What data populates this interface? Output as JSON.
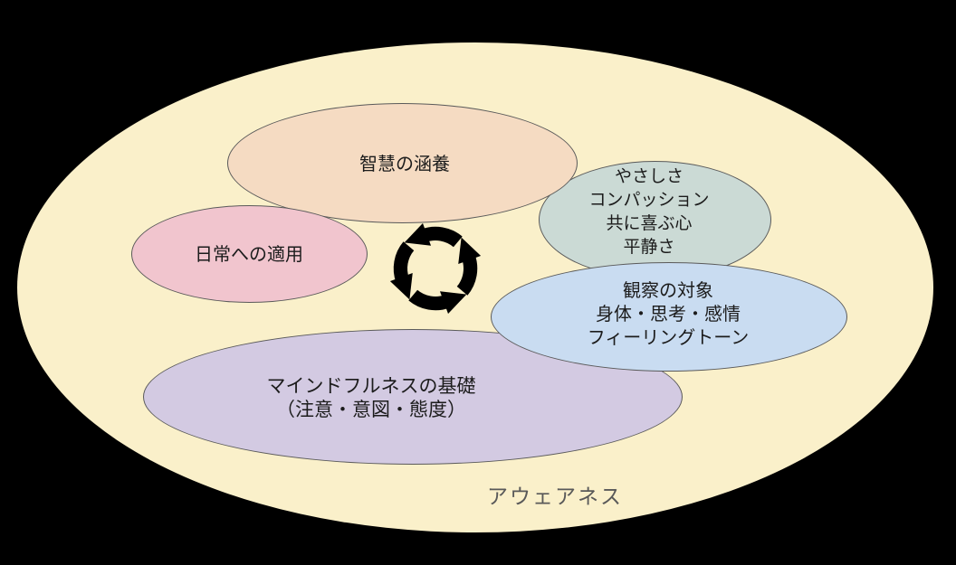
{
  "diagram": {
    "background": "#000000",
    "outer": {
      "label": "アウェアネス",
      "fill": "#FAF0CA",
      "label_color": "#595959"
    },
    "cycle_icon": {
      "name": "cycle-arrows-icon",
      "color": "#000000",
      "direction": "counterclockwise"
    },
    "border_color": "#5a5a5a",
    "text_color": "#1c1c1c",
    "nodes": {
      "wisdom": {
        "fill": "#F5DBC2",
        "lines": [
          "智慧の涵養"
        ]
      },
      "daily_life": {
        "fill": "#F1C5CE",
        "lines": [
          "日常への適用"
        ]
      },
      "heart_qualities": {
        "fill": "#CBDAD5",
        "lines": [
          "やさしさ",
          "コンパッション",
          "共に喜ぶ心",
          "平静さ"
        ]
      },
      "observation": {
        "fill": "#C9DCF1",
        "lines": [
          "観察の対象",
          "身体・思考・感情",
          "フィーリングトーン"
        ]
      },
      "foundation": {
        "fill": "#D3CAE2",
        "lines": [
          "マインドフルネスの基礎",
          "（注意・意図・態度）"
        ]
      }
    }
  }
}
